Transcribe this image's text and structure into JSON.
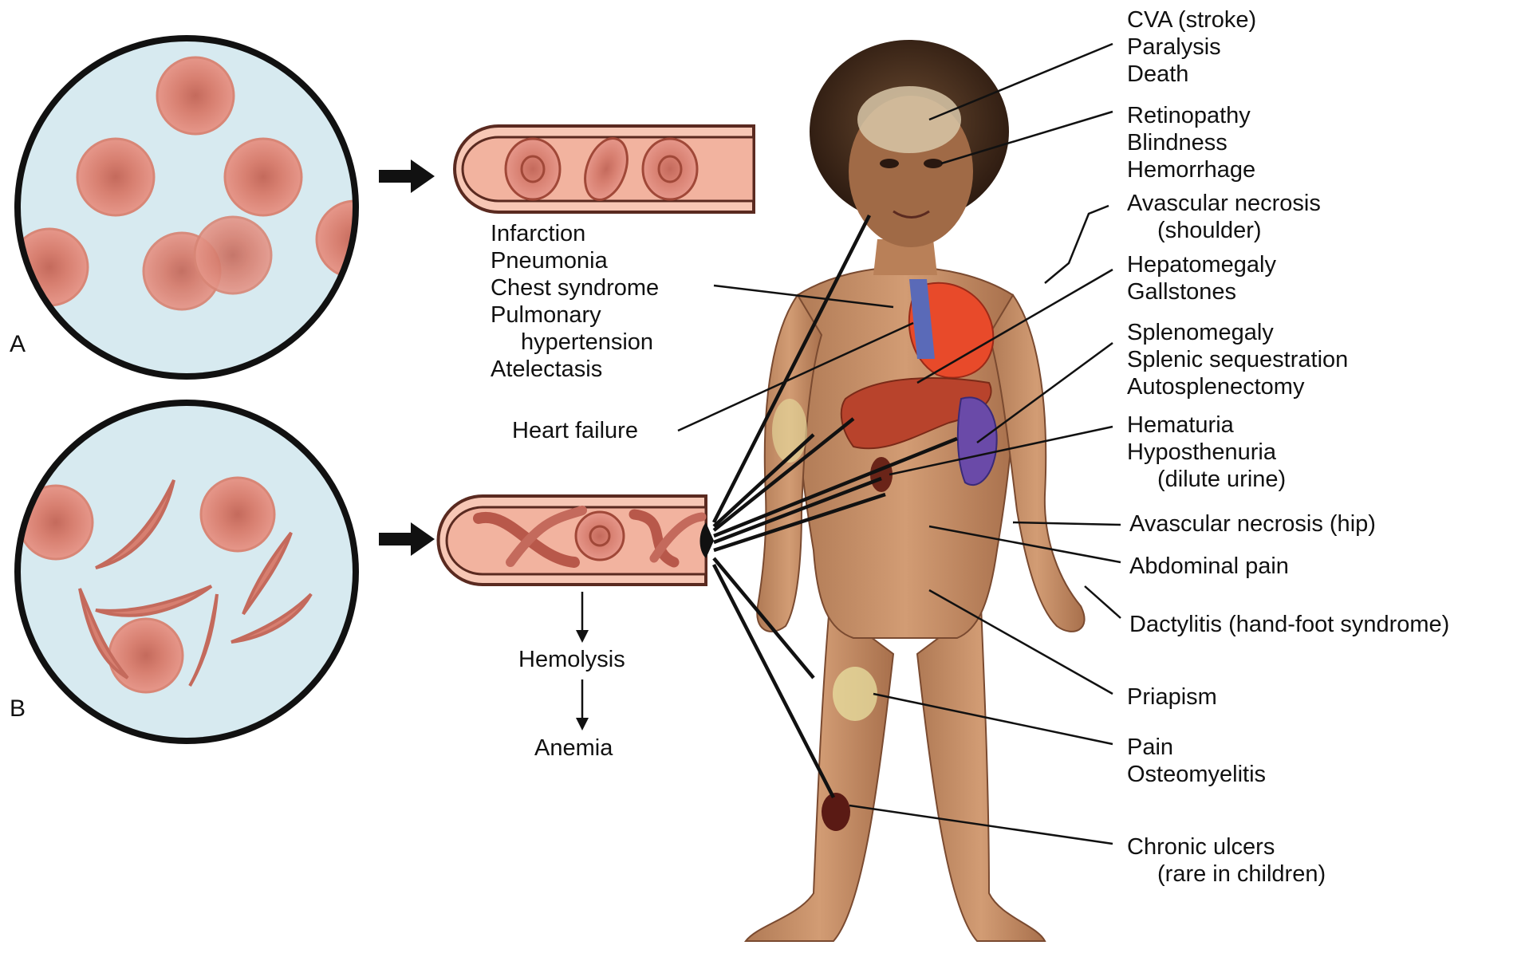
{
  "panels": {
    "a_label": "A",
    "b_label": "B"
  },
  "colors": {
    "cell_fill": "#e08878",
    "cell_center": "#c46a5c",
    "plasma": "#d7eaf0",
    "skin": "#c99068",
    "hair": "#3a2416",
    "heart": "#e84a2a",
    "liver": "#b8432c",
    "spleen": "#6a4aa8"
  },
  "vessel_a_complications": {
    "lines": [
      "Infarction",
      "Pneumonia",
      "Chest syndrome",
      "Pulmonary",
      "hypertension",
      "Atelectasis"
    ]
  },
  "heart_failure": "Heart failure",
  "hemolysis": "Hemolysis",
  "anemia": "Anemia",
  "right_labels": {
    "cva": [
      "CVA (stroke)",
      "Paralysis",
      "Death"
    ],
    "eye": [
      "Retinopathy",
      "Blindness",
      "Hemorrhage"
    ],
    "avn_shoulder": [
      "Avascular necrosis",
      "(shoulder)"
    ],
    "liver": [
      "Hepatomegaly",
      "Gallstones"
    ],
    "spleen": [
      "Splenomegaly",
      "Splenic sequestration",
      "Autosplenectomy"
    ],
    "kidney": [
      "Hematuria",
      "Hyposthenuria",
      "(dilute urine)"
    ],
    "avn_hip": "Avascular necrosis (hip)",
    "abdominal": "Abdominal pain",
    "dactylitis": "Dactylitis (hand-foot syndrome)",
    "priapism": "Priapism",
    "knee": [
      "Pain",
      "Osteomyelitis"
    ],
    "ulcers": [
      "Chronic ulcers",
      "(rare in children)"
    ]
  }
}
